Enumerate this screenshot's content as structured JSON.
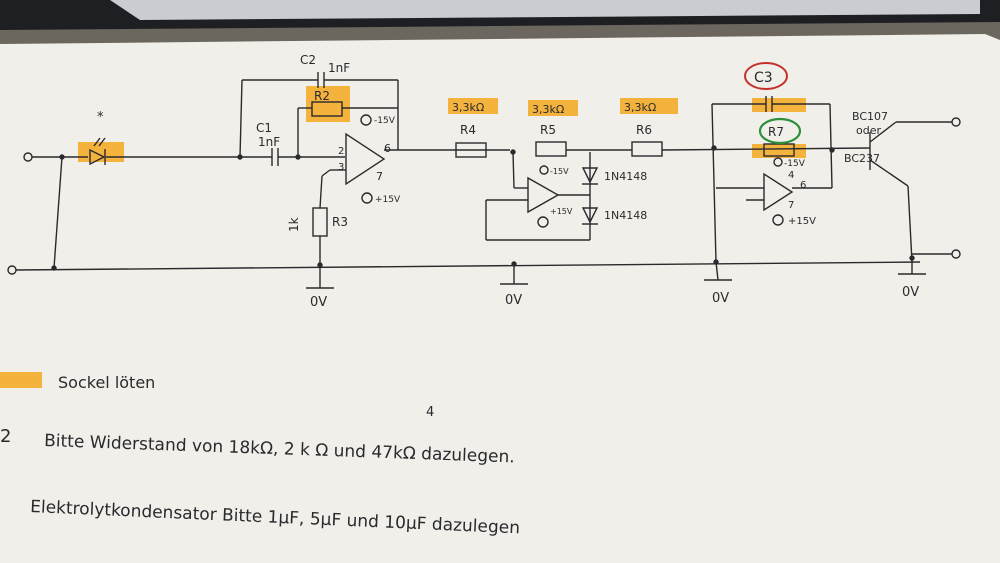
{
  "schematic": {
    "led_mark": "*",
    "c2_label": "C2",
    "c2_value": "1nF",
    "r2_label": "R2",
    "c1_label": "C1",
    "c1_value": "1nF",
    "opamp1_pin_minus_supply": "-15V",
    "opamp1_pin_plus_supply": "+15V",
    "opamp1_pin6": "6",
    "opamp1_pin7": "7",
    "opamp1_pin2": "2",
    "opamp1_pin3": "3",
    "r3_label": "R3",
    "r3_value": "1k",
    "r4_value": "3,3kΩ",
    "r4_label": "R4",
    "r5_value": "3,3kΩ",
    "r5_label": "R5",
    "r6_value": "3,3kΩ",
    "r6_label": "R6",
    "opamp2_minus_supply": "-15V",
    "opamp2_plus_supply": "+15V",
    "diode1_label": "1N4148",
    "diode2_label": "1N4148",
    "c3_label": "C3",
    "r7_label": "R7",
    "opamp3_minus_supply": "-15V",
    "opamp3_plus_supply": "+15V",
    "opamp3_pin4": "4",
    "opamp3_pin6": "6",
    "opamp3_pin7": "7",
    "transistor_label_1": "BC107",
    "transistor_label_2": "oder",
    "transistor_label_3": "BC237",
    "ground_1": "0V",
    "ground_2": "0V",
    "ground_3": "0V",
    "ground_4": "0V"
  },
  "notes": {
    "legend_text": "Sockel löten",
    "line2_number": "2",
    "line2_insert": "4",
    "line2_text": "Bitte Widerstand von 18kΩ, 2 k Ω und 47kΩ dazulegen.",
    "line3_text": "Elektrolytkondensator  Bitte 1μF, 5μF und 10μF dazulegen"
  },
  "colors": {
    "highlight": "#f4a81d",
    "red_circle": "#c4302b",
    "green_circle": "#2f8f3a",
    "ink": "#2a2a2e",
    "paper": "#f2f0ea"
  }
}
